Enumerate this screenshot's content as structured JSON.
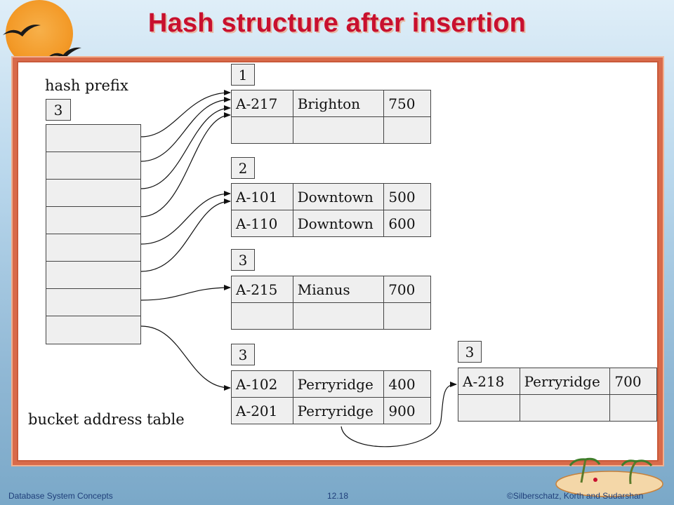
{
  "slide": {
    "title": "Hash structure after insertion"
  },
  "diagram": {
    "hash_prefix_label": "hash prefix",
    "global_prefix": "3",
    "table_label": "bucket address table",
    "table_entries": 8,
    "buckets": [
      {
        "local_depth": "1",
        "records": [
          [
            "A-217",
            "Brighton",
            "750"
          ],
          [
            "",
            "",
            ""
          ]
        ]
      },
      {
        "local_depth": "2",
        "records": [
          [
            "A-101",
            "Downtown",
            "500"
          ],
          [
            "A-110",
            "Downtown",
            "600"
          ]
        ]
      },
      {
        "local_depth": "3",
        "records": [
          [
            "A-215",
            "Mianus",
            "700"
          ],
          [
            "",
            "",
            ""
          ]
        ]
      },
      {
        "local_depth": "3",
        "records": [
          [
            "A-102",
            "Perryridge",
            "400"
          ],
          [
            "A-201",
            "Perryridge",
            "900"
          ]
        ]
      },
      {
        "local_depth": "3",
        "records": [
          [
            "A-218",
            "Perryridge",
            "700"
          ],
          [
            "",
            "",
            ""
          ]
        ]
      }
    ]
  },
  "footer": {
    "left": "Database  System Concepts",
    "center": "12.18",
    "right": "©Silberschatz, Korth and Sudarshan"
  }
}
